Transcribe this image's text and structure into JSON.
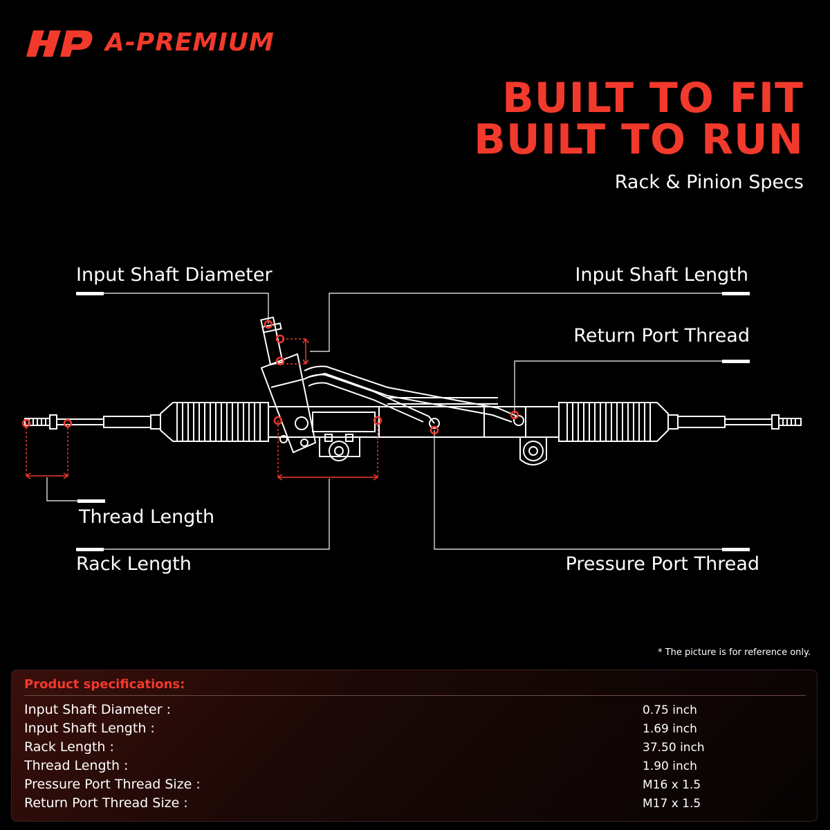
{
  "brand": {
    "name": "A-PREMIUM",
    "accent_color": "#f23a2c"
  },
  "header": {
    "headline_line1": "BUILT TO FIT",
    "headline_line2": "BUILT TO RUN",
    "subtitle": "Rack & Pinion Specs"
  },
  "callouts": {
    "input_shaft_diameter": "Input Shaft Diameter",
    "input_shaft_length": "Input Shaft Length",
    "return_port_thread": "Return Port Thread",
    "thread_length": "Thread Length",
    "rack_length": "Rack Length",
    "pressure_port_thread": "Pressure Port Thread"
  },
  "note": "* The picture is for reference only.",
  "specs": {
    "title": "Product specifications:",
    "rows": [
      {
        "label": "Input Shaft Diameter :",
        "value": "0.75 inch"
      },
      {
        "label": "Input Shaft Length :",
        "value": "1.69 inch"
      },
      {
        "label": "Rack Length :",
        "value": "37.50 inch"
      },
      {
        "label": "Thread Length :",
        "value": "1.90 inch"
      },
      {
        "label": "Pressure Port Thread Size :",
        "value": "M16 x 1.5"
      },
      {
        "label": "Return Port Thread Size :",
        "value": "M17 x 1.5"
      }
    ]
  }
}
